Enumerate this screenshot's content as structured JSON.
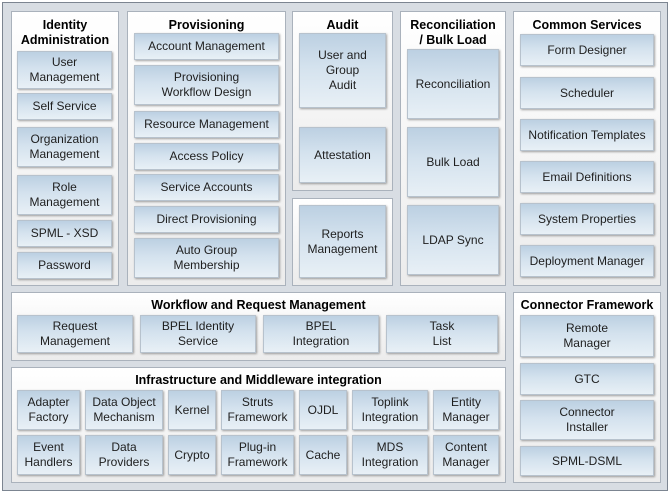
{
  "identity": {
    "title": "Identity\nAdministration",
    "items": [
      "User\nManagement",
      "Self Service",
      "Organization\nManagement",
      "Role\nManagement",
      "SPML - XSD",
      "Password"
    ]
  },
  "provisioning": {
    "title": "Provisioning",
    "items": [
      "Account Management",
      "Provisioning\nWorkflow Design",
      "Resource Management",
      "Access Policy",
      "Service Accounts",
      "Direct Provisioning",
      "Auto Group\nMembership"
    ]
  },
  "audit": {
    "title": "Audit",
    "items": [
      "User and\nGroup\nAudit",
      "Attestation"
    ],
    "reports": "Reports\nManagement"
  },
  "reconciliation": {
    "title": "Reconciliation\n/ Bulk Load",
    "items": [
      "Reconciliation",
      "Bulk Load",
      "LDAP Sync"
    ]
  },
  "common": {
    "title": "Common Services",
    "items": [
      "Form Designer",
      "Scheduler",
      "Notification Templates",
      "Email Definitions",
      "System Properties",
      "Deployment Manager"
    ]
  },
  "workflow": {
    "title": "Workflow and Request Management",
    "items": [
      "Request\nManagement",
      "BPEL Identity\nService",
      "BPEL\nIntegration",
      "Task\nList"
    ]
  },
  "infrastructure": {
    "title": "Infrastructure and Middleware integration",
    "row1": [
      "Adapter\nFactory",
      "Data Object\nMechanism",
      "Kernel",
      "Struts\nFramework",
      "OJDL",
      "Toplink\nIntegration",
      "Entity\nManager"
    ],
    "row2": [
      "Event\nHandlers",
      "Data\nProviders",
      "Crypto",
      "Plug-in\nFramework",
      "Cache",
      "MDS\nIntegration",
      "Content\nManager"
    ]
  },
  "connector": {
    "title": "Connector Framework",
    "items": [
      "Remote\nManager",
      "GTC",
      "Connector\nInstaller",
      "SPML-DSML"
    ]
  }
}
